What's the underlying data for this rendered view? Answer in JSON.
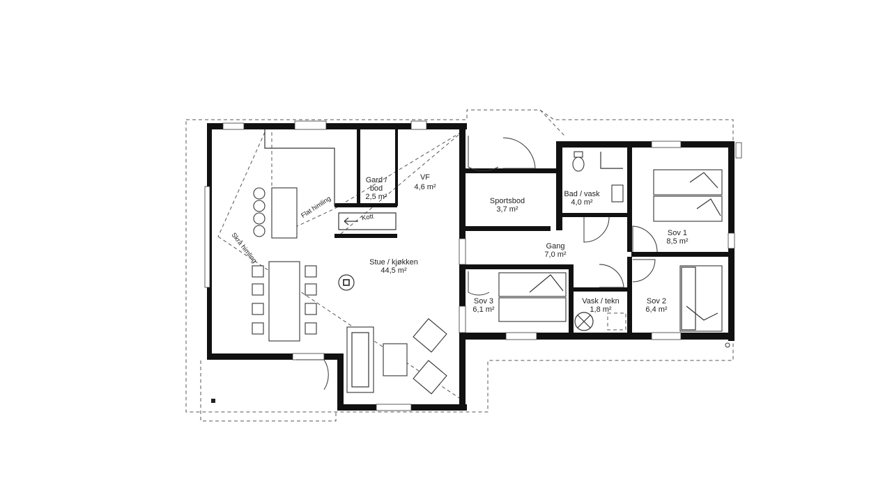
{
  "rooms": [
    {
      "key": "gard",
      "name_line1": "Gard /",
      "name_line2": "bod",
      "area": "2,5 m²"
    },
    {
      "key": "vf",
      "name": "VF",
      "area": "4,6 m²"
    },
    {
      "key": "sportsbod",
      "name": "Sportsbod",
      "area": "3,7 m²"
    },
    {
      "key": "bad",
      "name": "Bad / vask",
      "area": "4,0 m²"
    },
    {
      "key": "sov1",
      "name": "Sov 1",
      "area": "8,5 m²"
    },
    {
      "key": "stue",
      "name": "Stue / kjøkken",
      "area": "44,5 m²"
    },
    {
      "key": "gang",
      "name": "Gang",
      "area": "7,0 m²"
    },
    {
      "key": "sov3",
      "name": "Sov 3",
      "area": "6,1 m²"
    },
    {
      "key": "vasktekn",
      "name": "Vask / tekn",
      "area": "1,8 m²"
    },
    {
      "key": "sov2",
      "name": "Sov 2",
      "area": "6,4 m²"
    }
  ],
  "notes": {
    "flat_ceiling": "Flat himling",
    "sloped_ceiling": "Skrå himling",
    "closet": "Kott"
  }
}
